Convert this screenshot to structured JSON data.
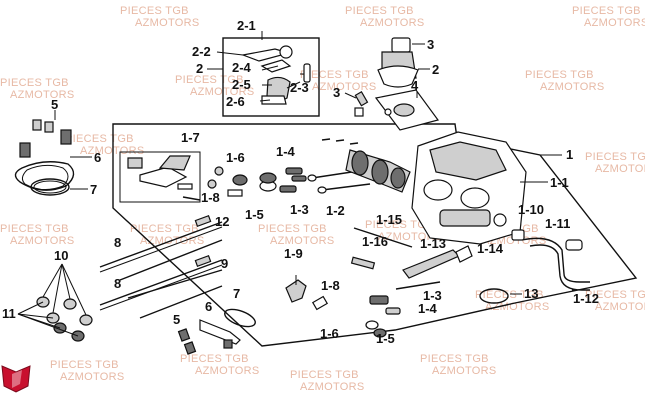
{
  "watermark": {
    "line1": "PIECES TGB",
    "line2": "AZMOTORS"
  },
  "callouts": {
    "c2_1": "2-1",
    "c2_2": "2-2",
    "c2": "2",
    "c2_4": "2-4",
    "c2_5": "2-5",
    "c2_3": "2-3",
    "c2_6": "2-6",
    "c3": "3",
    "c2r": "2",
    "c3b": "3",
    "c4": "4",
    "c5": "5",
    "c6": "6",
    "c7": "7",
    "c1_7": "1-7",
    "c1_6": "1-6",
    "c1_4": "1-4",
    "c1_8": "1-8",
    "c1_5": "1-5",
    "c1_3": "1-3",
    "c1_2": "1-2",
    "c1": "1",
    "c1_1": "1-1",
    "c1_10": "1-10",
    "c1_11": "1-11",
    "c1_15": "1-15",
    "c1_16": "1-16",
    "c1_13": "1-13",
    "c1_14": "1-14",
    "c1_9": "1-9",
    "c1_8b": "1-8",
    "c1_3b": "1-3",
    "c1_4b": "1-4",
    "c1_6b": "1-6",
    "c1_5b": "1-5",
    "c1_12": "1-12",
    "c13": "13",
    "c12": "12",
    "c8": "8",
    "c9": "9",
    "c8b": "8",
    "c10": "10",
    "c11": "11",
    "c6b": "6",
    "c7b": "7",
    "c5b": "5"
  },
  "colors": {
    "watermark": "#e7b9a5",
    "logo": "#c8102e",
    "ink": "#111111"
  },
  "logo_icon": "shield-logo-icon"
}
